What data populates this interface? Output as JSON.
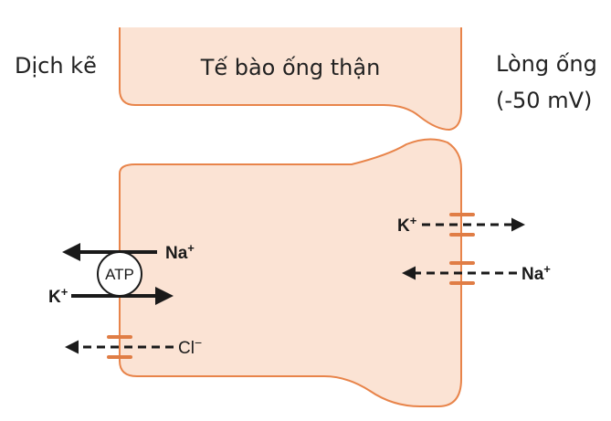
{
  "labels": {
    "interstitial": "Dịch kẽ",
    "tubular_cell": "Tế bào ống thận",
    "lumen": "Lòng ống",
    "lumen_potential": "(-50 mV)"
  },
  "pump": {
    "label": "ATP",
    "na_ion": "Na",
    "k_ion": "K",
    "charge": "+"
  },
  "basolateral_channel": {
    "ion": "Cl",
    "charge": "−"
  },
  "luminal_channels": {
    "k_ion": "K",
    "na_ion": "Na",
    "charge": "+"
  },
  "colors": {
    "cell_fill": "#fbe3d4",
    "cell_stroke": "#e8844a",
    "channel": "#e07d45",
    "arrow": "#1a1a1a"
  }
}
